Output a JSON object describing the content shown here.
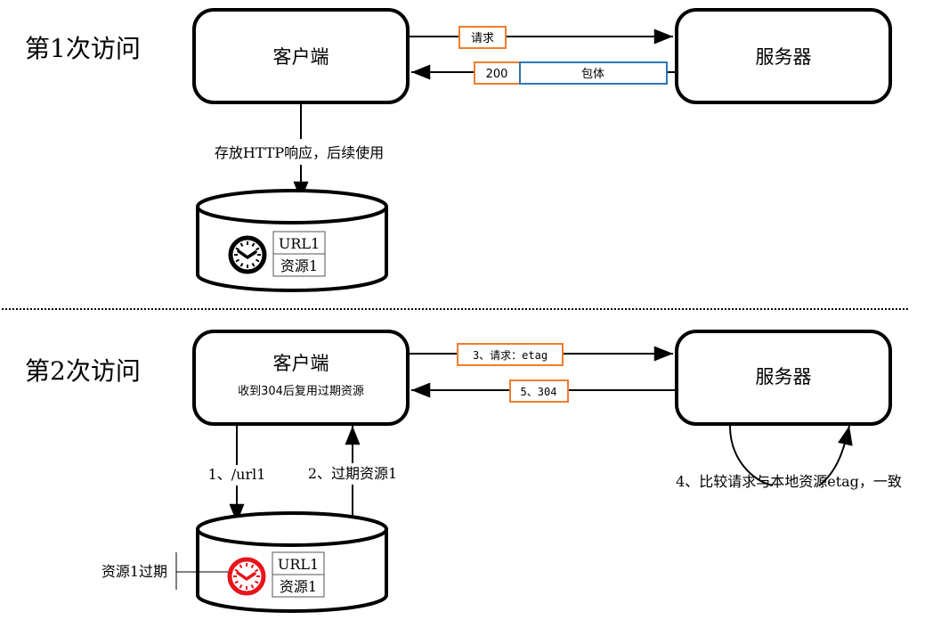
{
  "colors": {
    "stroke": "#000000",
    "label_orange": "#ED7D31",
    "label_blue": "#2E75B6",
    "expired_clock": "#E8141B",
    "normal_clock": "#000000",
    "divider": "#000000"
  },
  "visit1": {
    "title": "第1次访问",
    "client_label": "客户端",
    "server_label": "服务器",
    "request_tag": "请求",
    "response_status_tag": "200",
    "response_body_tag": "包体",
    "store_label": "存放HTTP响应，后续使用",
    "cache": {
      "clock_icon": "clock-icon",
      "clock_state": "valid",
      "entry_key": "URL1",
      "entry_value": "资源1"
    }
  },
  "visit2": {
    "title": "第2次访问",
    "client_label": "客户端",
    "client_sublabel": "收到304后复用过期资源",
    "server_label": "服务器",
    "request_tag": "3、请求：etag",
    "response_tag": "5、304",
    "lookup_label": "1、/url1",
    "expired_return_label": "2、过期资源1",
    "server_compare_label": "4、比较请求与本地资源etag，一致",
    "expired_note": "资源1过期",
    "cache": {
      "clock_icon": "clock-icon",
      "clock_state": "expired",
      "entry_key": "URL1",
      "entry_value": "资源1"
    }
  }
}
